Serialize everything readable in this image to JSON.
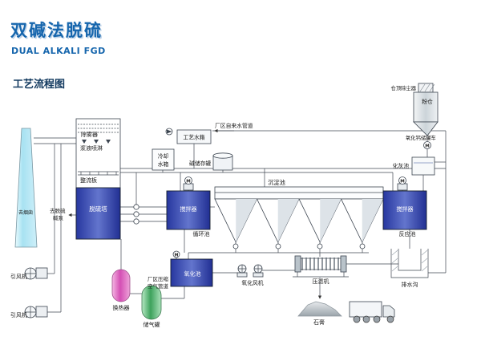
{
  "header": {
    "title": "双碱法脱硫",
    "subtitle": "DUAL ALKALI FGD",
    "section": "工艺流程图"
  },
  "colors": {
    "title_blue": "#1666ad",
    "tank_blue": "#27379f",
    "chimney_cyan": "#a8e2f2",
    "heat_exchanger_pink": "#d44fb4",
    "gas_tank_green": "#3da25c"
  },
  "labels": {
    "chimney": "去烟囱",
    "demister": "除雾器",
    "spray": "浆液喷淋",
    "rectifier": "整流板",
    "tower": "脱硫塔",
    "to_pump_1": "去脱硫",
    "to_pump_2": "碱泵",
    "fan_left_top": "引风机",
    "fan_left_bottom": "引风机",
    "process_water_tank": "工艺水箱",
    "tap_water_pipe": "厂区自来水管道",
    "cooling_1": "冷却",
    "cooling_2": "水箱",
    "alkali_storage": "碱储存罐",
    "settling_pool": "沉淀池",
    "agitator_left": "搅拌器",
    "agitator_right": "搅拌器",
    "circulation_pool": "循环池",
    "reaction_pool": "反应池",
    "oxidation_pool": "氧化池",
    "oxidation_fan": "氧化风机",
    "filter_press": "压滤机",
    "drain": "排水沟",
    "compressed_air_1": "厂区压缩",
    "compressed_air_2": "空气管道",
    "heat_exchanger": "换热器",
    "gas_tank": "储气罐",
    "gypsum": "石膏",
    "dust_collector": "仓顶除尘器",
    "powder_silo": "粉仓",
    "lime_truck": "氧化钙储罐车",
    "slaking_pool": "化灰池",
    "motor_m": "M"
  }
}
